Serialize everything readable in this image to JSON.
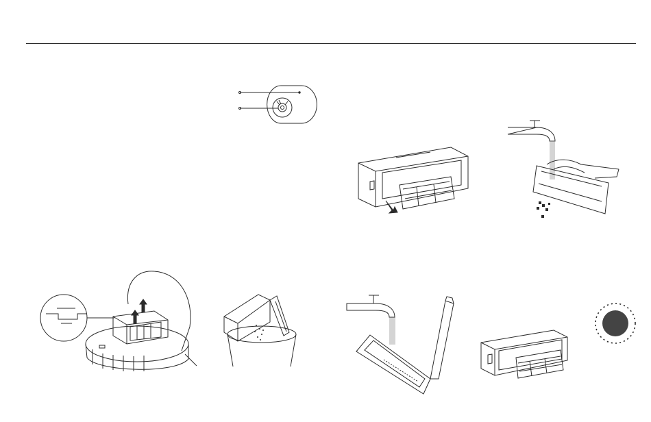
{
  "document": {
    "colors": {
      "line": "#2b2b2b",
      "light_line": "#8a8a8a",
      "water": "#d4d4d4",
      "sun": "#444444"
    },
    "illustrations": [
      {
        "id": "wheel-callout",
        "icon": "wheel-icon"
      },
      {
        "id": "filter-remove",
        "icon": "filter-icon"
      },
      {
        "id": "filter-rinse",
        "icon": "faucet-icon"
      },
      {
        "id": "robot-dustbin-remove",
        "icon": "robot-icon"
      },
      {
        "id": "dustbin-empty",
        "icon": "trash-can-icon"
      },
      {
        "id": "dustbin-rinse",
        "icon": "faucet-icon"
      },
      {
        "id": "filter-reinstall",
        "icon": "filter-icon"
      },
      {
        "id": "sun-dry",
        "icon": "sun-icon"
      }
    ]
  }
}
